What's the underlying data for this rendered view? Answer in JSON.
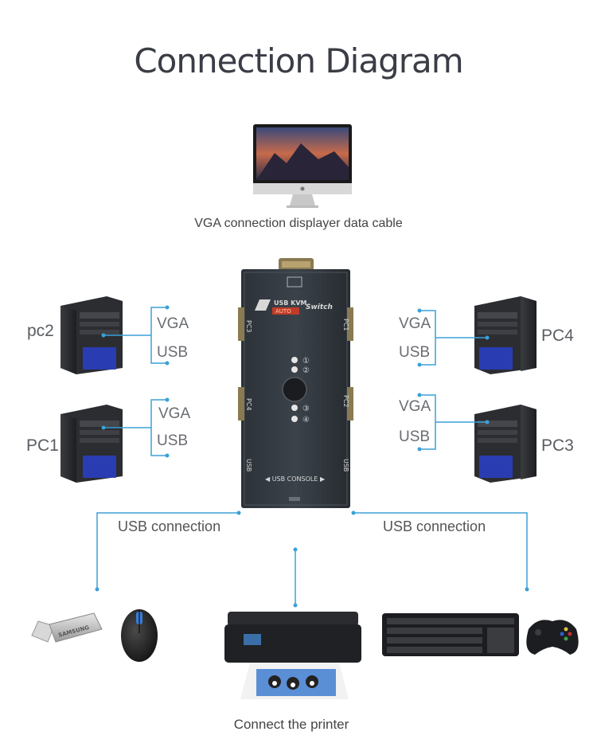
{
  "title": "Connection Diagram",
  "monitor": {
    "caption": "VGA connection displayer data cable"
  },
  "kvm": {
    "brand_line1": "USB KVM",
    "brand_line2": "AUTO",
    "brand_line3": "Switch",
    "port_pc3": "PC3",
    "port_pc1": "PC1",
    "port_pc4": "PC4",
    "port_pc2": "PC2",
    "usb_left": "USB",
    "usb_right": "USB",
    "console": "◀ USB  CONSOLE ▶",
    "leds": [
      "①",
      "②",
      "③",
      "④"
    ]
  },
  "computers": {
    "pc2": {
      "name": "pc2",
      "vga": "VGA",
      "usb": "USB"
    },
    "pc1": {
      "name": "PC1",
      "vga": "VGA",
      "usb": "USB"
    },
    "pc4": {
      "name": "PC4",
      "vga": "VGA",
      "usb": "USB"
    },
    "pc3": {
      "name": "PC3",
      "vga": "VGA",
      "usb": "USB"
    }
  },
  "connections": {
    "left": "USB connection",
    "right": "USB connection",
    "printer": "Connect the printer"
  },
  "peripherals": {
    "flash_drive_brand": "SAMSUNG"
  },
  "colors": {
    "line": "#3ba0d8",
    "title": "#3a3d45",
    "device": "#2a2c30"
  }
}
